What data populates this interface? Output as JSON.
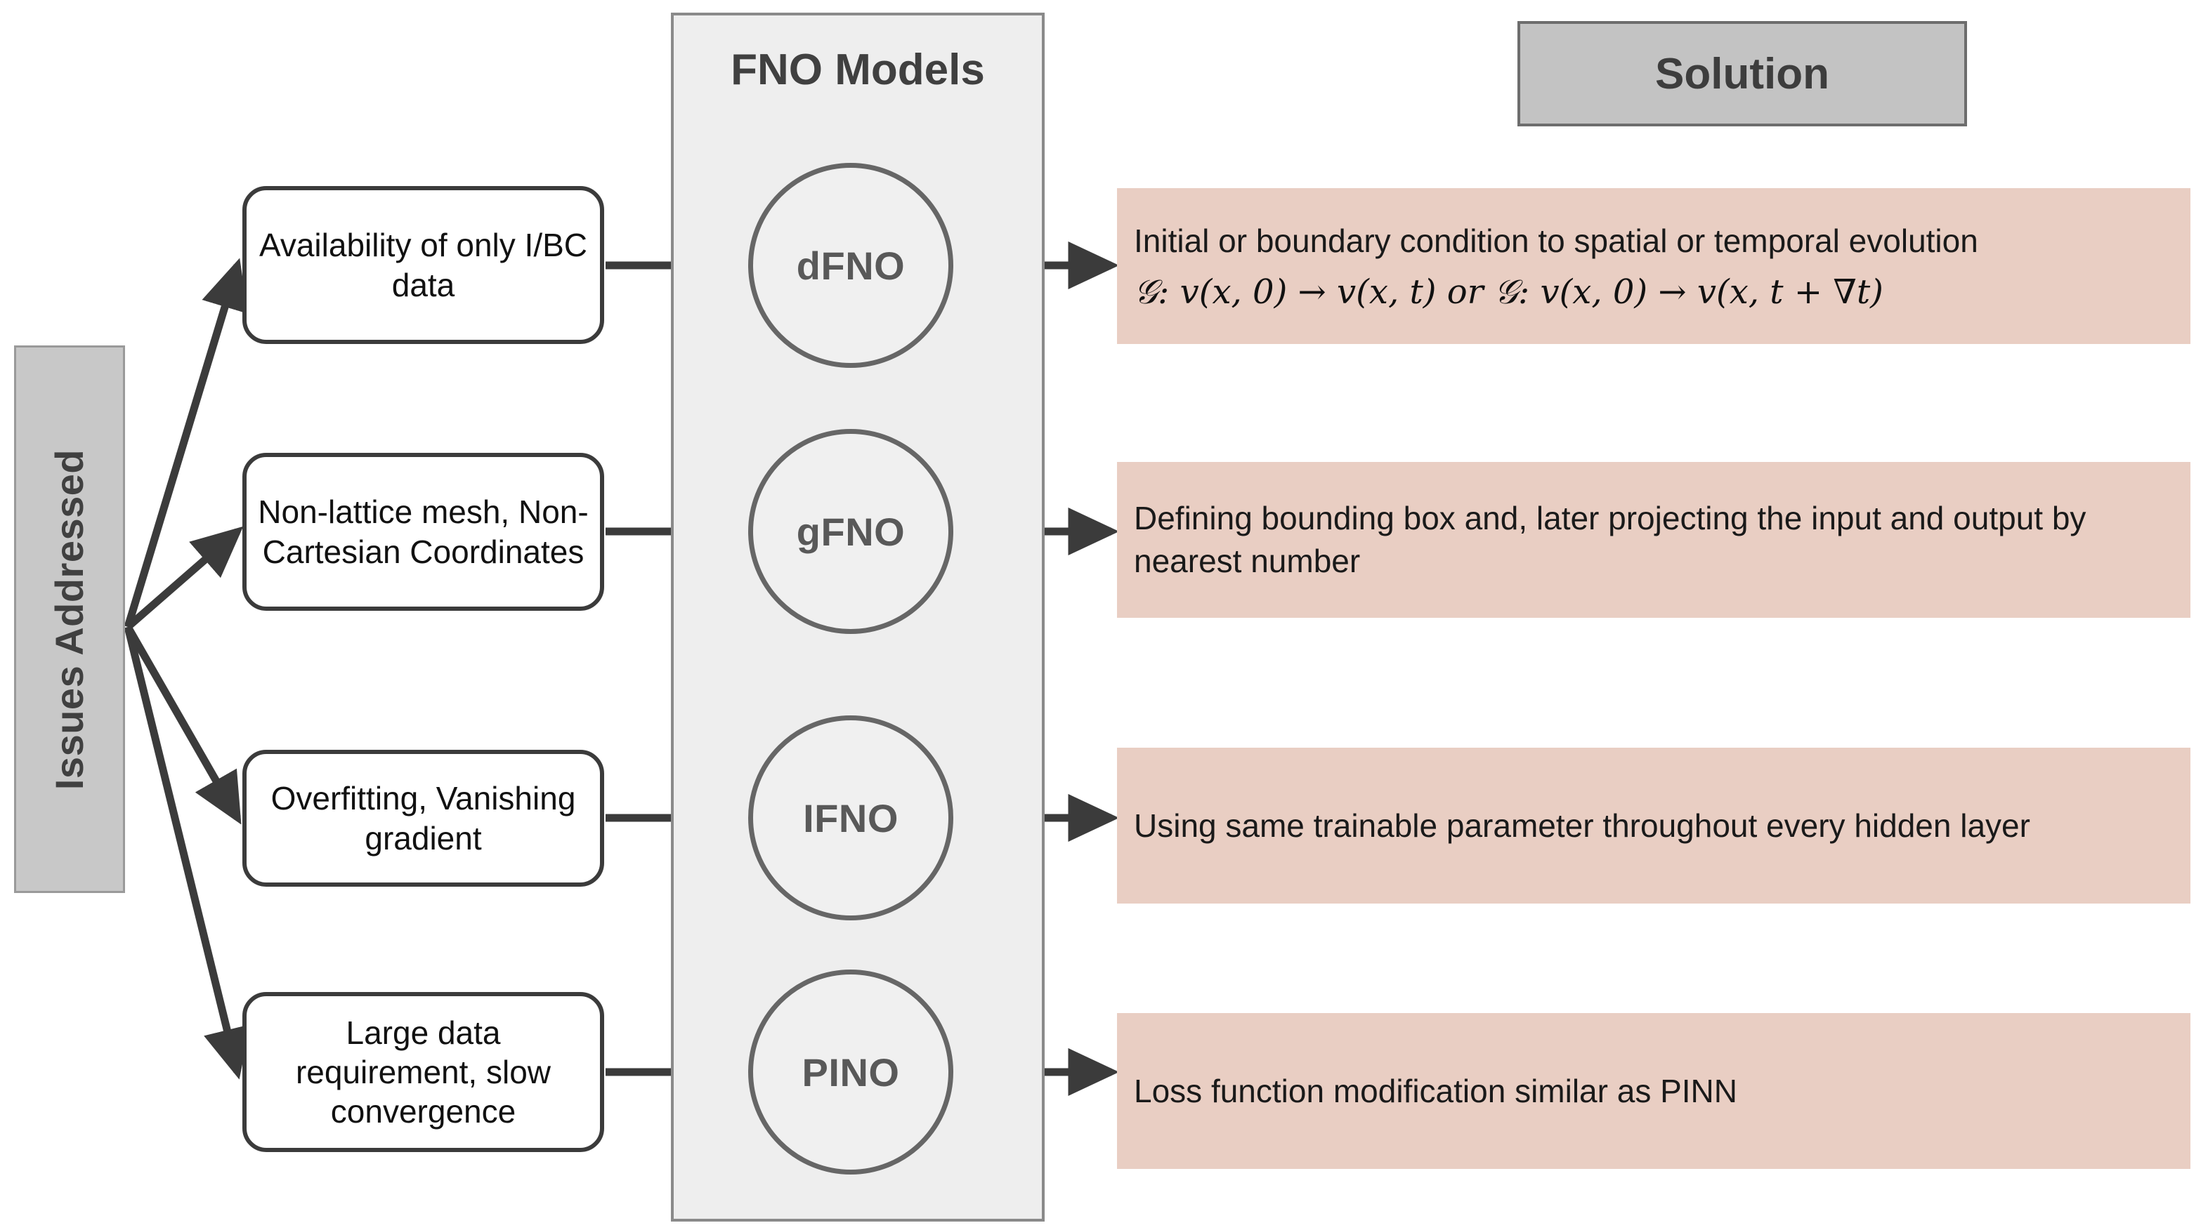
{
  "left_header": {
    "label": "Issues Addressed"
  },
  "models_panel": {
    "title": "FNO Models"
  },
  "solution_header": {
    "label": "Solution"
  },
  "issues": [
    {
      "id": "issue-ibc",
      "text": "Availability of only I/BC data"
    },
    {
      "id": "issue-mesh",
      "text": "Non-lattice mesh, Non-Cartesian Coordinates"
    },
    {
      "id": "issue-overfit",
      "text": "Overfitting, Vanishing gradient"
    },
    {
      "id": "issue-largedata",
      "text": "Large data requirement, slow convergence"
    }
  ],
  "models": [
    {
      "id": "model-dfno",
      "label": "dFNO"
    },
    {
      "id": "model-gfno",
      "label": "gFNO"
    },
    {
      "id": "model-ifno",
      "label": "IFNO"
    },
    {
      "id": "model-pino",
      "label": "PINO"
    }
  ],
  "solutions": [
    {
      "id": "solution-dfno",
      "text": "Initial or boundary condition to spatial or temporal evolution",
      "formula": "𝒢: 𝑣(𝑥, 0) → 𝑣(𝑥, 𝑡) or  𝒢: 𝑣(𝑥, 0) → 𝑣(𝑥, 𝑡 + ∇𝑡)"
    },
    {
      "id": "solution-gfno",
      "text": "Defining bounding box and, later projecting the input and output by nearest number",
      "formula": ""
    },
    {
      "id": "solution-ifno",
      "text": "Using same trainable parameter throughout every hidden layer",
      "formula": ""
    },
    {
      "id": "solution-pino",
      "text": "Loss function  modification similar as PINN",
      "formula": ""
    }
  ],
  "colors": {
    "header_gray": "#c3c3c3",
    "panel_gray": "#eeeeee",
    "solution_pink": "#e9cec3",
    "outline_dark": "#3b3b3b",
    "circle_text": "#595959"
  }
}
